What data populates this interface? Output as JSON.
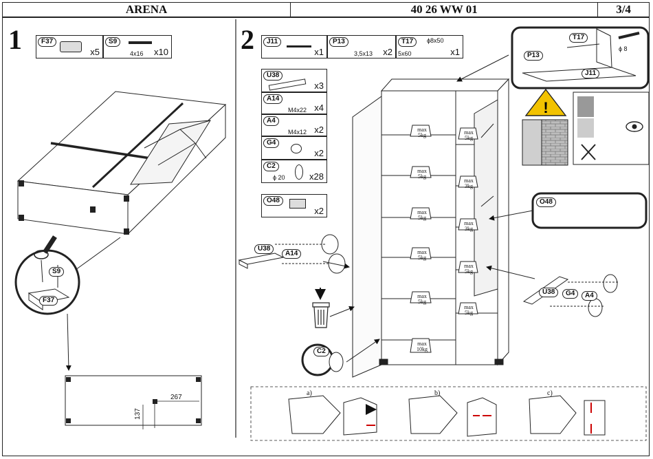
{
  "header": {
    "title": "ARENA",
    "code": "40 26 WW 01",
    "page": "3/4"
  },
  "step1": {
    "number": "1",
    "parts": [
      {
        "tag": "F37",
        "qty": "x5",
        "spec": ""
      },
      {
        "tag": "S9",
        "qty": "x10",
        "spec": "4x16"
      }
    ],
    "zoom_tags": [
      "S9",
      "F37"
    ],
    "dims": [
      "267",
      "137"
    ]
  },
  "step2": {
    "number": "2",
    "parts_top": [
      {
        "tag": "J11",
        "qty": "x1",
        "spec": ""
      },
      {
        "tag": "P13",
        "qty": "x2",
        "spec": "3,5x13"
      },
      {
        "tag": "T17",
        "qty": "x1",
        "spec": "5x60",
        "spec2": "ϕ8x50"
      }
    ],
    "parts_side": [
      {
        "tag": "U38",
        "qty": "x3",
        "spec": ""
      },
      {
        "tag": "A14",
        "qty": "x4",
        "spec": "M4x22"
      },
      {
        "tag": "A4",
        "qty": "x2",
        "spec": "M4x12"
      },
      {
        "tag": "G4",
        "qty": "x2",
        "spec": ""
      },
      {
        "tag": "C2",
        "qty": "x28",
        "spec": "ϕ 20"
      }
    ],
    "part_o48": {
      "tag": "O48",
      "qty": "x2"
    },
    "wall_detail": {
      "tags": [
        "T17",
        "P13",
        "J11"
      ],
      "diam": "ϕ 8"
    },
    "shelf_max": "max",
    "shelf_loads": [
      "5kg",
      "5kg",
      "5kg",
      "5kg",
      "5kg",
      "10kg",
      "5kg",
      "3kg",
      "3kg",
      "5kg",
      "5kg"
    ],
    "callouts": {
      "o48": "O48",
      "u38_left": "U38",
      "a14_left": "A14",
      "u38_right": "U38",
      "g4_right": "G4",
      "a4_right": "A4",
      "c2": "C2"
    },
    "hinge_steps": [
      "a)",
      "b)",
      "c)"
    ]
  }
}
